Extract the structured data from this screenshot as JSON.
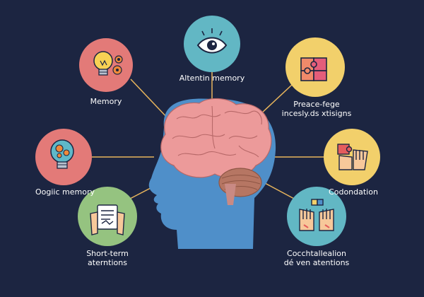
{
  "colors": {
    "background": "#1c2541",
    "head": "#4f8fc9",
    "brain": "#ec9a9a",
    "cerebellum": "#b67663",
    "connector": "#e8b55c",
    "circle_red": "#e37a78",
    "circle_teal": "#62b7c4",
    "circle_yellow": "#f2d06b",
    "circle_green": "#95c380"
  },
  "nodes": [
    {
      "id": "memory",
      "icon": "lightbulb-gears-icon",
      "color": "circle_red",
      "lines": [
        "Memory"
      ]
    },
    {
      "id": "attention-memory",
      "icon": "eye-icon",
      "color": "circle_teal",
      "lines": [
        "Altentin memory"
      ]
    },
    {
      "id": "problem-solving",
      "icon": "puzzle-icon",
      "color": "circle_yellow",
      "lines": [
        "Preace-fege",
        "incesly.ds xtisigns"
      ]
    },
    {
      "id": "logic-memory",
      "icon": "lightbulb-gears-icon",
      "color": "circle_red",
      "lines": [
        "Oogiic memory"
      ]
    },
    {
      "id": "coordination",
      "icon": "puzzle-hands-icon",
      "color": "circle_yellow",
      "lines": [
        "Codondation"
      ]
    },
    {
      "id": "short-term",
      "icon": "tablet-hands-icon",
      "color": "circle_green",
      "lines": [
        "Short-term",
        "aterntions"
      ]
    },
    {
      "id": "coordination-attention",
      "icon": "hands-puzzle-icon",
      "color": "circle_teal",
      "lines": [
        "Cocchtallealion",
        "dé ven atentions"
      ]
    }
  ]
}
